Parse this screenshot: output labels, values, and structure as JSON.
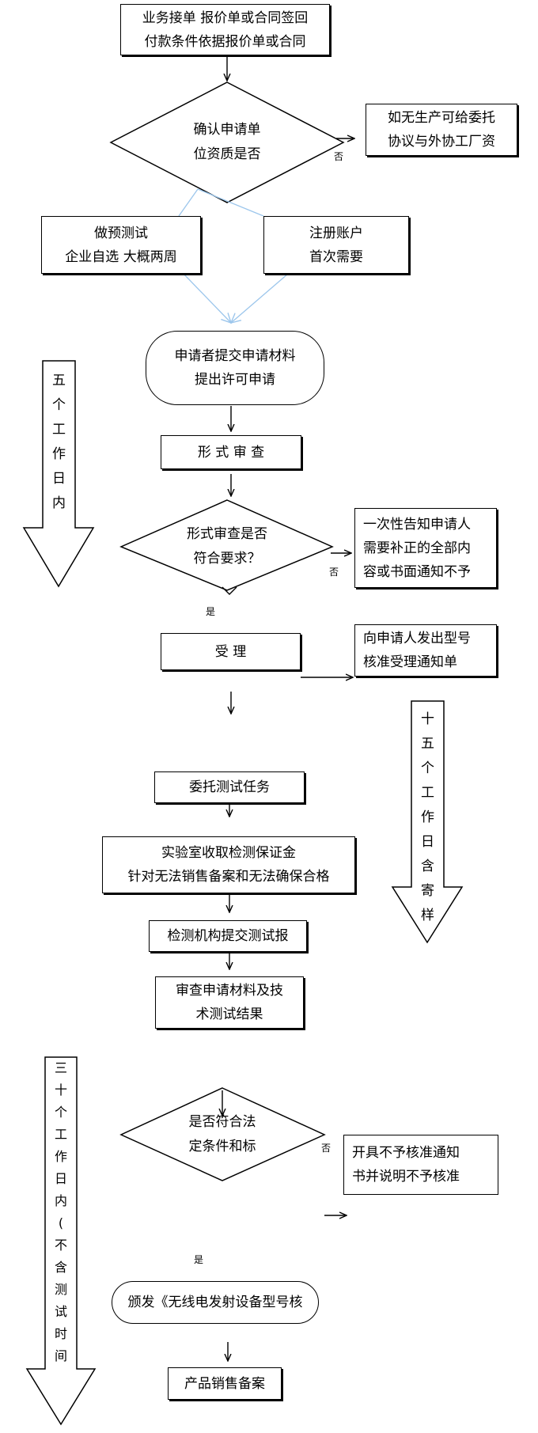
{
  "flow": {
    "start": [
      "业务接单  报价单或合同签回",
      "付款条件依据报价单或合同"
    ],
    "qualify_decision": [
      "确认申请单",
      "位资质是否"
    ],
    "qualify_no_label": "否",
    "qualify_no_action": [
      "如无生产可给委托",
      "协议与外协工厂资"
    ],
    "pretest": [
      "做预测试",
      "企业自选  大概两周"
    ],
    "register": [
      "注册账户",
      "首次需要"
    ],
    "submit": [
      "申请者提交申请材料",
      "提出许可申请"
    ],
    "formal_review": "形 式 审 查",
    "formal_decision": [
      "形式审查是否",
      "符合要求？"
    ],
    "formal_no_label": "否",
    "formal_no_action": [
      "一次性告知申请人",
      "需要补正的全部内",
      "容或书面通知不予"
    ],
    "formal_yes_label": "是",
    "accept": "受  理",
    "accept_notice": [
      "向申请人发出型号",
      "核准受理通知单"
    ],
    "entrust": "委托测试任务",
    "lab": [
      "实验室收取检测保证金",
      "针对无法销售备案和无法确保合格"
    ],
    "report": "检测机构提交测试报",
    "audit": [
      "审查申请材料及技",
      "术测试结果"
    ],
    "final_decision": [
      "是否符合法",
      "定条件和标"
    ],
    "final_no_label": "否",
    "final_no_action": [
      "开具不予核准通知",
      "书并说明不予核准"
    ],
    "final_yes_label": "是",
    "issue": "颁发《无线电发射设备型号核",
    "record": "产品销售备案"
  },
  "timeline": {
    "five_days": [
      "五",
      "个",
      "工",
      "作",
      "日",
      "内"
    ],
    "fifteen_days": [
      "十",
      "五",
      "个",
      "工",
      "作",
      "日",
      "含",
      "寄",
      "样"
    ],
    "thirty_days": [
      "三",
      "十",
      "个",
      "工",
      "作",
      "日",
      "内",
      "(",
      "不",
      "含",
      "测",
      "试",
      "时",
      "间"
    ]
  },
  "colors": {
    "line": "#000000",
    "branch_line": "#9cc6ec",
    "background": "#ffffff"
  }
}
